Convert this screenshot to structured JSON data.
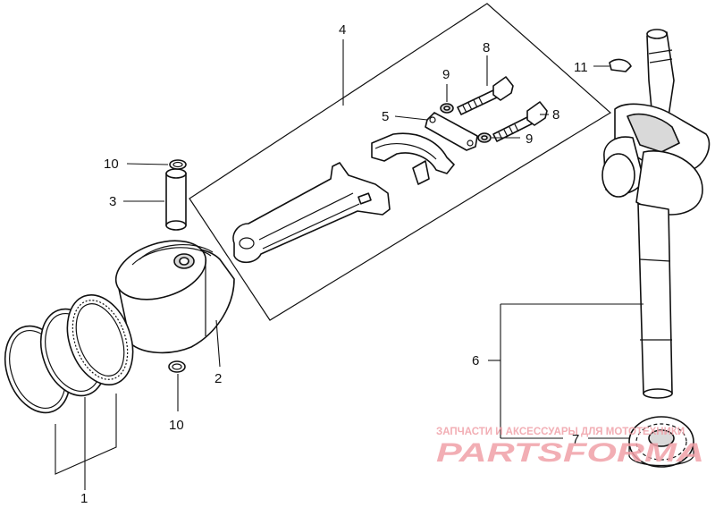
{
  "callouts": {
    "c1": "1",
    "c2": "2",
    "c3": "3",
    "c4": "4",
    "c5": "5",
    "c6": "6",
    "c7": "7",
    "c8a": "8",
    "c8b": "8",
    "c9a": "9",
    "c9b": "9",
    "c10a": "10",
    "c10b": "10",
    "c11": "11"
  },
  "watermark": {
    "tagline": "ЗАПЧАСТИ И АКСЕССУАРЫ ДЛЯ МОТОТЕХНИКИ",
    "logo_text": "PARTSFORMA",
    "color": "#f0a0a8"
  }
}
